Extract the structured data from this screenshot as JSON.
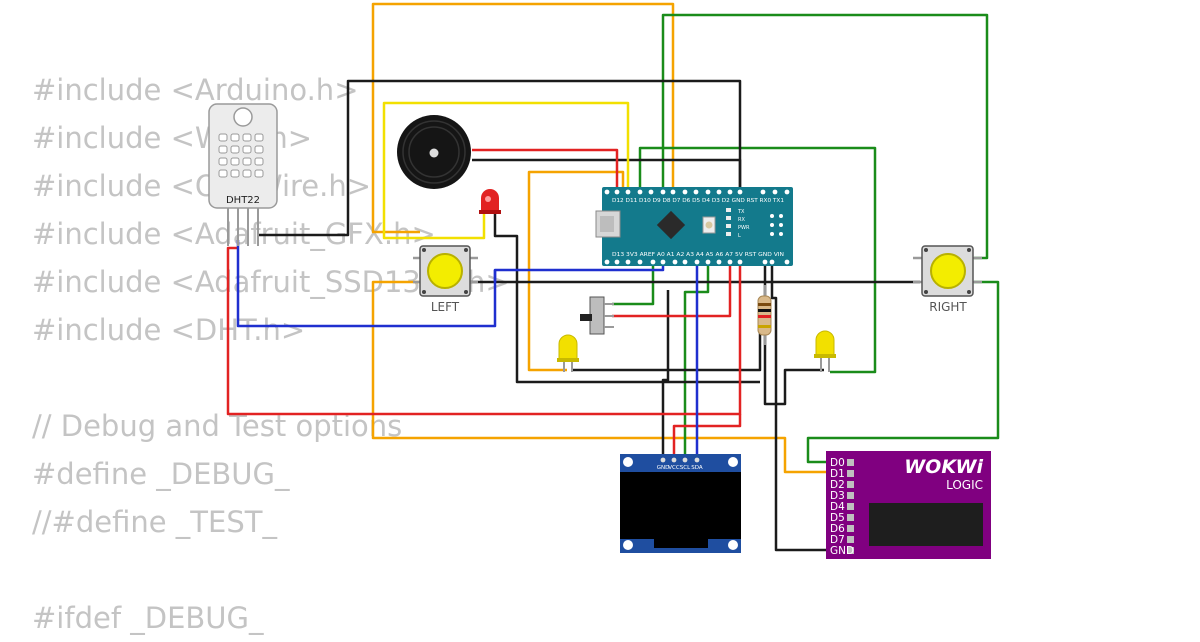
{
  "code_lines": [
    "#include <Arduino.h>",
    "#include <Wire.h>",
    "#include <OneWire.h>",
    "#include <Adafruit_GFX.h>",
    "#include <Adafruit_SSD1306.h>",
    "#include <DHT.h>",
    "",
    "// Debug and Test options",
    "#define _DEBUG_",
    "//#define _TEST_",
    "",
    "#ifdef _DEBUG_"
  ],
  "dht": {
    "label": "DHT22"
  },
  "buttons": {
    "left_label": "LEFT",
    "right_label": "RIGHT"
  },
  "arduino": {
    "top_pins": "D12 D11 D10 D9 D8 D7 D6 D5 D4 D3 D2 GND RST RX0 TX1",
    "bottom_pins": "D13 3V3 AREF A0 A1 A2 A3 A4 A5 A6 A7 5V RST GND VIN",
    "leds": [
      "TX",
      "RX",
      "PWR",
      "L"
    ]
  },
  "oled": {
    "pins": [
      "GND",
      "VCC",
      "SCL",
      "SDA"
    ]
  },
  "logic": {
    "brand": "WOKWi",
    "subtitle": "LOGIC",
    "channels": [
      "D0",
      "D1",
      "D2",
      "D3",
      "D4",
      "D5",
      "D6",
      "D7",
      "GND"
    ]
  },
  "colors": {
    "orange": "#f5a300",
    "green": "#1a8c1a",
    "black": "#1b1b1b",
    "yellow": "#f2e000",
    "red": "#e22222",
    "blue": "#1f2fcf",
    "arduino_board": "#137a8c",
    "logic_body": "#800080",
    "oled_pcb": "#1f4ea0"
  }
}
